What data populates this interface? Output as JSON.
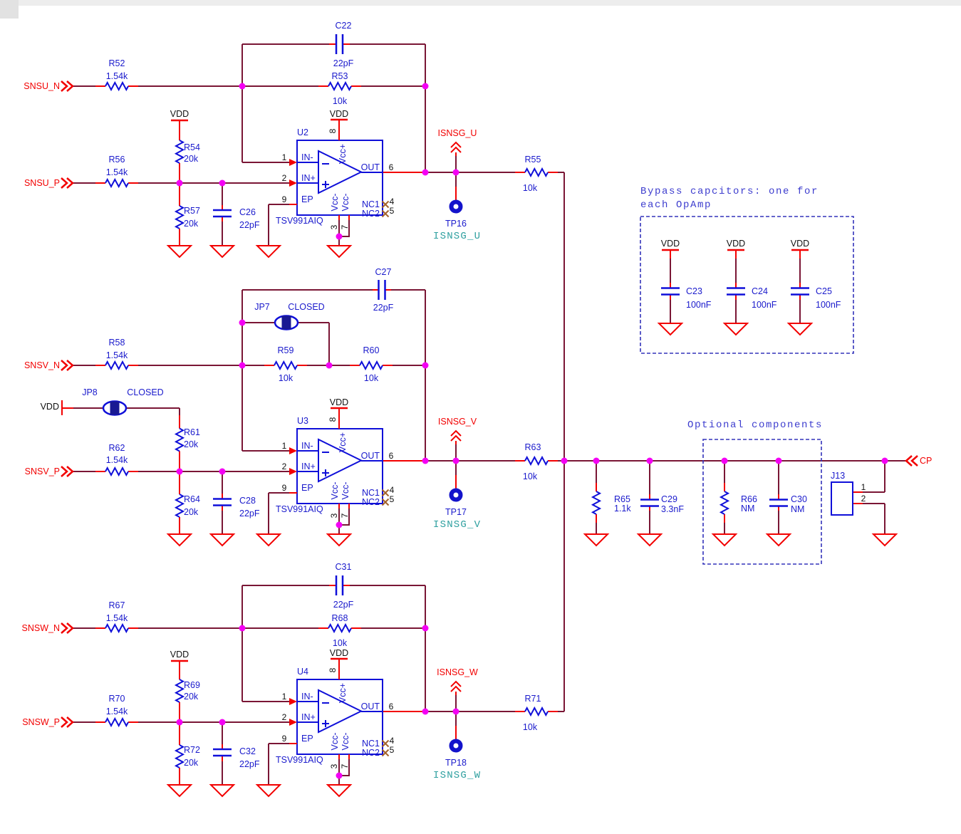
{
  "power": {
    "vdd": "VDD"
  },
  "op": {
    "in_n": "IN-",
    "in_p": "IN+",
    "ep": "EP",
    "out": "OUT",
    "vccp": "Vcc+",
    "vccn": "Vcc-",
    "nc1": "NC1",
    "nc2": "NC2",
    "p1": "1",
    "p2": "2",
    "p3": "3",
    "p4": "4",
    "p5": "5",
    "p6": "6",
    "p7": "7",
    "p8": "8",
    "p9": "9"
  },
  "stages": [
    {
      "input_n": "SNSU_N",
      "input_p": "SNSU_P",
      "u": "U2",
      "part": "TSV991AIQ",
      "rn": {
        "ref": "R52",
        "val": "1.54k"
      },
      "rfb": {
        "ref": "R53",
        "val": "10k"
      },
      "cfb": {
        "ref": "C22",
        "val": "22pF"
      },
      "rtop": {
        "ref": "R54",
        "val": "20k"
      },
      "rp": {
        "ref": "R56",
        "val": "1.54k"
      },
      "rbot": {
        "ref": "R57",
        "val": "20k"
      },
      "cin": {
        "ref": "C26",
        "val": "22pF"
      },
      "rout": {
        "ref": "R55",
        "val": "10k"
      },
      "flag": "ISNSG_U",
      "tp": {
        "ref": "TP16",
        "net": "ISNSG_U"
      }
    },
    {
      "input_n": "SNSV_N",
      "input_p": "SNSV_P",
      "u": "U3",
      "part": "TSV991AIQ",
      "rn": {
        "ref": "R58",
        "val": "1.54k"
      },
      "rfb": {
        "ref": "R59",
        "val": "10k"
      },
      "rfb2": {
        "ref": "R60",
        "val": "10k"
      },
      "cfb": {
        "ref": "C27",
        "val": "22pF"
      },
      "jp7": {
        "ref": "JP7",
        "state": "CLOSED"
      },
      "jp8": {
        "ref": "JP8",
        "state": "CLOSED"
      },
      "rtop": {
        "ref": "R61",
        "val": "20k"
      },
      "rp": {
        "ref": "R62",
        "val": "1.54k"
      },
      "rbot": {
        "ref": "R64",
        "val": "20k"
      },
      "cin": {
        "ref": "C28",
        "val": "22pF"
      },
      "rout": {
        "ref": "R63",
        "val": "10k"
      },
      "flag": "ISNSG_V",
      "tp": {
        "ref": "TP17",
        "net": "ISNSG_V"
      }
    },
    {
      "input_n": "SNSW_N",
      "input_p": "SNSW_P",
      "u": "U4",
      "part": "TSV991AIQ",
      "rn": {
        "ref": "R67",
        "val": "1.54k"
      },
      "rfb": {
        "ref": "R68",
        "val": "10k"
      },
      "cfb": {
        "ref": "C31",
        "val": "22pF"
      },
      "rtop": {
        "ref": "R69",
        "val": "20k"
      },
      "rp": {
        "ref": "R70",
        "val": "1.54k"
      },
      "rbot": {
        "ref": "R72",
        "val": "20k"
      },
      "cin": {
        "ref": "C32",
        "val": "22pF"
      },
      "rout": {
        "ref": "R71",
        "val": "10k"
      },
      "flag": "ISNSG_W",
      "tp": {
        "ref": "TP18",
        "net": "ISNSG_W"
      }
    }
  ],
  "net": {
    "rload": {
      "ref": "R65",
      "val": "1.1k"
    },
    "cload": {
      "ref": "C29",
      "val": "3.3nF"
    },
    "ropt": {
      "ref": "R66",
      "val": "NM"
    },
    "copt": {
      "ref": "C30",
      "val": "NM"
    },
    "conn": {
      "ref": "J13",
      "pin1": "1",
      "pin2": "2"
    },
    "cp": "CP",
    "optional_title": "Optional components"
  },
  "bypass": {
    "title1": "Bypass capcitors: one for",
    "title2": "each OpAmp",
    "caps": [
      {
        "ref": "C23",
        "val": "100nF"
      },
      {
        "ref": "C24",
        "val": "100nF"
      },
      {
        "ref": "C25",
        "val": "100nF"
      }
    ]
  }
}
